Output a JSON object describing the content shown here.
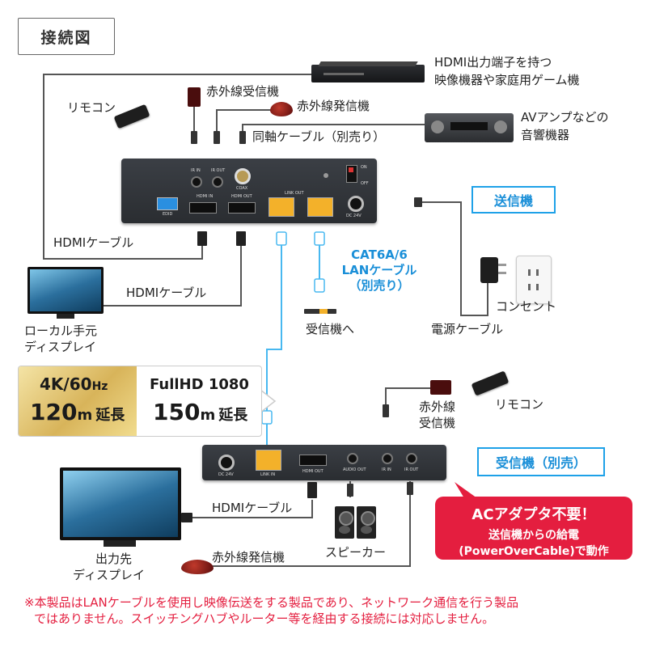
{
  "title": "接続図",
  "labels": {
    "hdmi_source": [
      "HDMI出力端子を持つ",
      "映像機器や家庭用ゲーム機"
    ],
    "ir_receiver_top": "赤外線受信機",
    "remote_top": "リモコン",
    "ir_emitter_top": "赤外線発信機",
    "av_amp": [
      "AVアンプなどの",
      "音響機器"
    ],
    "coax_cable": "同軸ケーブル（別売り）",
    "transmitter": "送信機",
    "hdmi_cable_1": "HDMIケーブル",
    "hdmi_cable_2": "HDMIケーブル",
    "lan_cable": [
      "CAT6A/6",
      "LANケーブル",
      "（別売り）"
    ],
    "outlet": "コンセント",
    "local_display": [
      "ローカル手元",
      "ディスプレイ"
    ],
    "to_receiver": "受信機へ",
    "power_cable": "電源ケーブル",
    "ir_receiver_bottom": [
      "赤外線",
      "受信機"
    ],
    "remote_bottom": "リモコン",
    "receiver": "受信機（別売）",
    "hdmi_cable_3": "HDMIケーブル",
    "output_display": [
      "出力先",
      "ディスプレイ"
    ],
    "speaker": "スピーカー",
    "ir_emitter_bottom": "赤外線発信機"
  },
  "spec": {
    "left_res": "4K/60",
    "left_hz": "Hz",
    "left_dist": "120",
    "left_unit": "m",
    "left_ext": "延長",
    "right_res": "FullHD 1080",
    "right_dist": "150",
    "right_unit": "m",
    "right_ext": "延長"
  },
  "bubble": {
    "head": "ACアダプタ不要！",
    "line1": "送信機からの給電",
    "line2": "(PowerOverCable)で動作"
  },
  "ports_tx": {
    "ir_in": "IR IN",
    "ir_out": "IR OUT",
    "coax": "COAX",
    "hdmi_in": "HDMI IN",
    "hdmi_out": "HDMI OUT",
    "link_out": "LINK OUT",
    "power": "DC 24V",
    "edid": "EDID",
    "off": "OFF",
    "on": "ON"
  },
  "ports_rx": {
    "power": "DC 24V",
    "link_in": "LINK IN",
    "hdmi_out": "HDMI OUT",
    "audio_out": "AUDIO OUT",
    "ir_in": "IR IN",
    "ir_out": "IR OUT"
  },
  "notice": [
    "※本製品はLANケーブルを使用し映像伝送をする製品であり、ネットワーク通信を行う製品",
    "ではありません。スイッチングハブやルーター等を経由する接続には対応しません。"
  ],
  "colors": {
    "accent_blue": "#1ea1e8",
    "alert_red": "#e41e3f",
    "cable": "#555555",
    "lan_port": "#f3b12a"
  }
}
